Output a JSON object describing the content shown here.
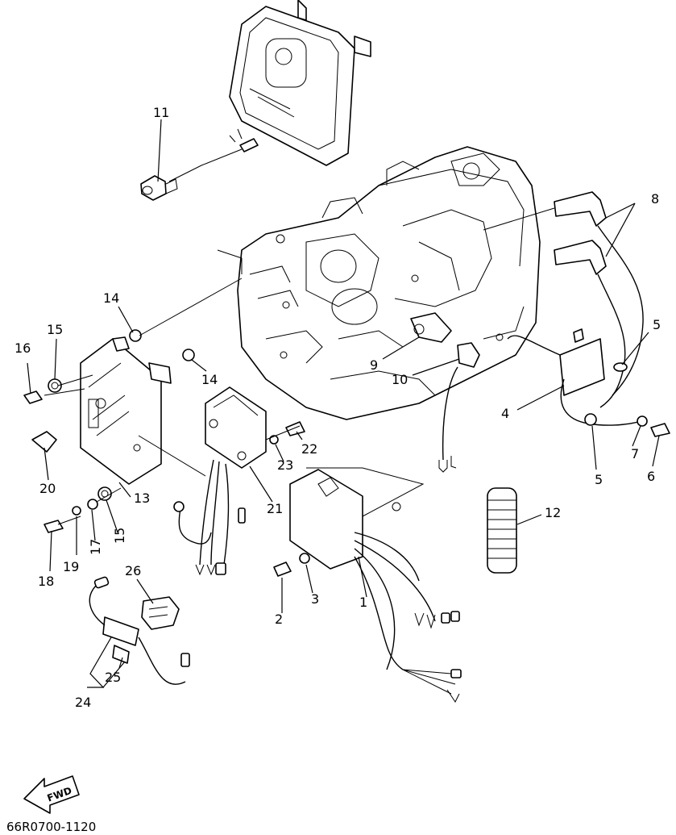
{
  "diagram": {
    "code": "66R0700-1120",
    "fwd_label": "FWD",
    "callouts": {
      "c1": "1",
      "c2": "2",
      "c3": "3",
      "c4": "4",
      "c5a": "5",
      "c5b": "5",
      "c6": "6",
      "c7": "7",
      "c8": "8",
      "c9": "9",
      "c10": "10",
      "c11": "11",
      "c12": "12",
      "c13": "13",
      "c14a": "14",
      "c14b": "14",
      "c15a": "15",
      "c15b": "15",
      "c16": "16",
      "c17": "17",
      "c18": "18",
      "c19": "19",
      "c20": "20",
      "c21": "21",
      "c22": "22",
      "c23": "23",
      "c24": "24",
      "c25": "25",
      "c26": "26"
    }
  }
}
